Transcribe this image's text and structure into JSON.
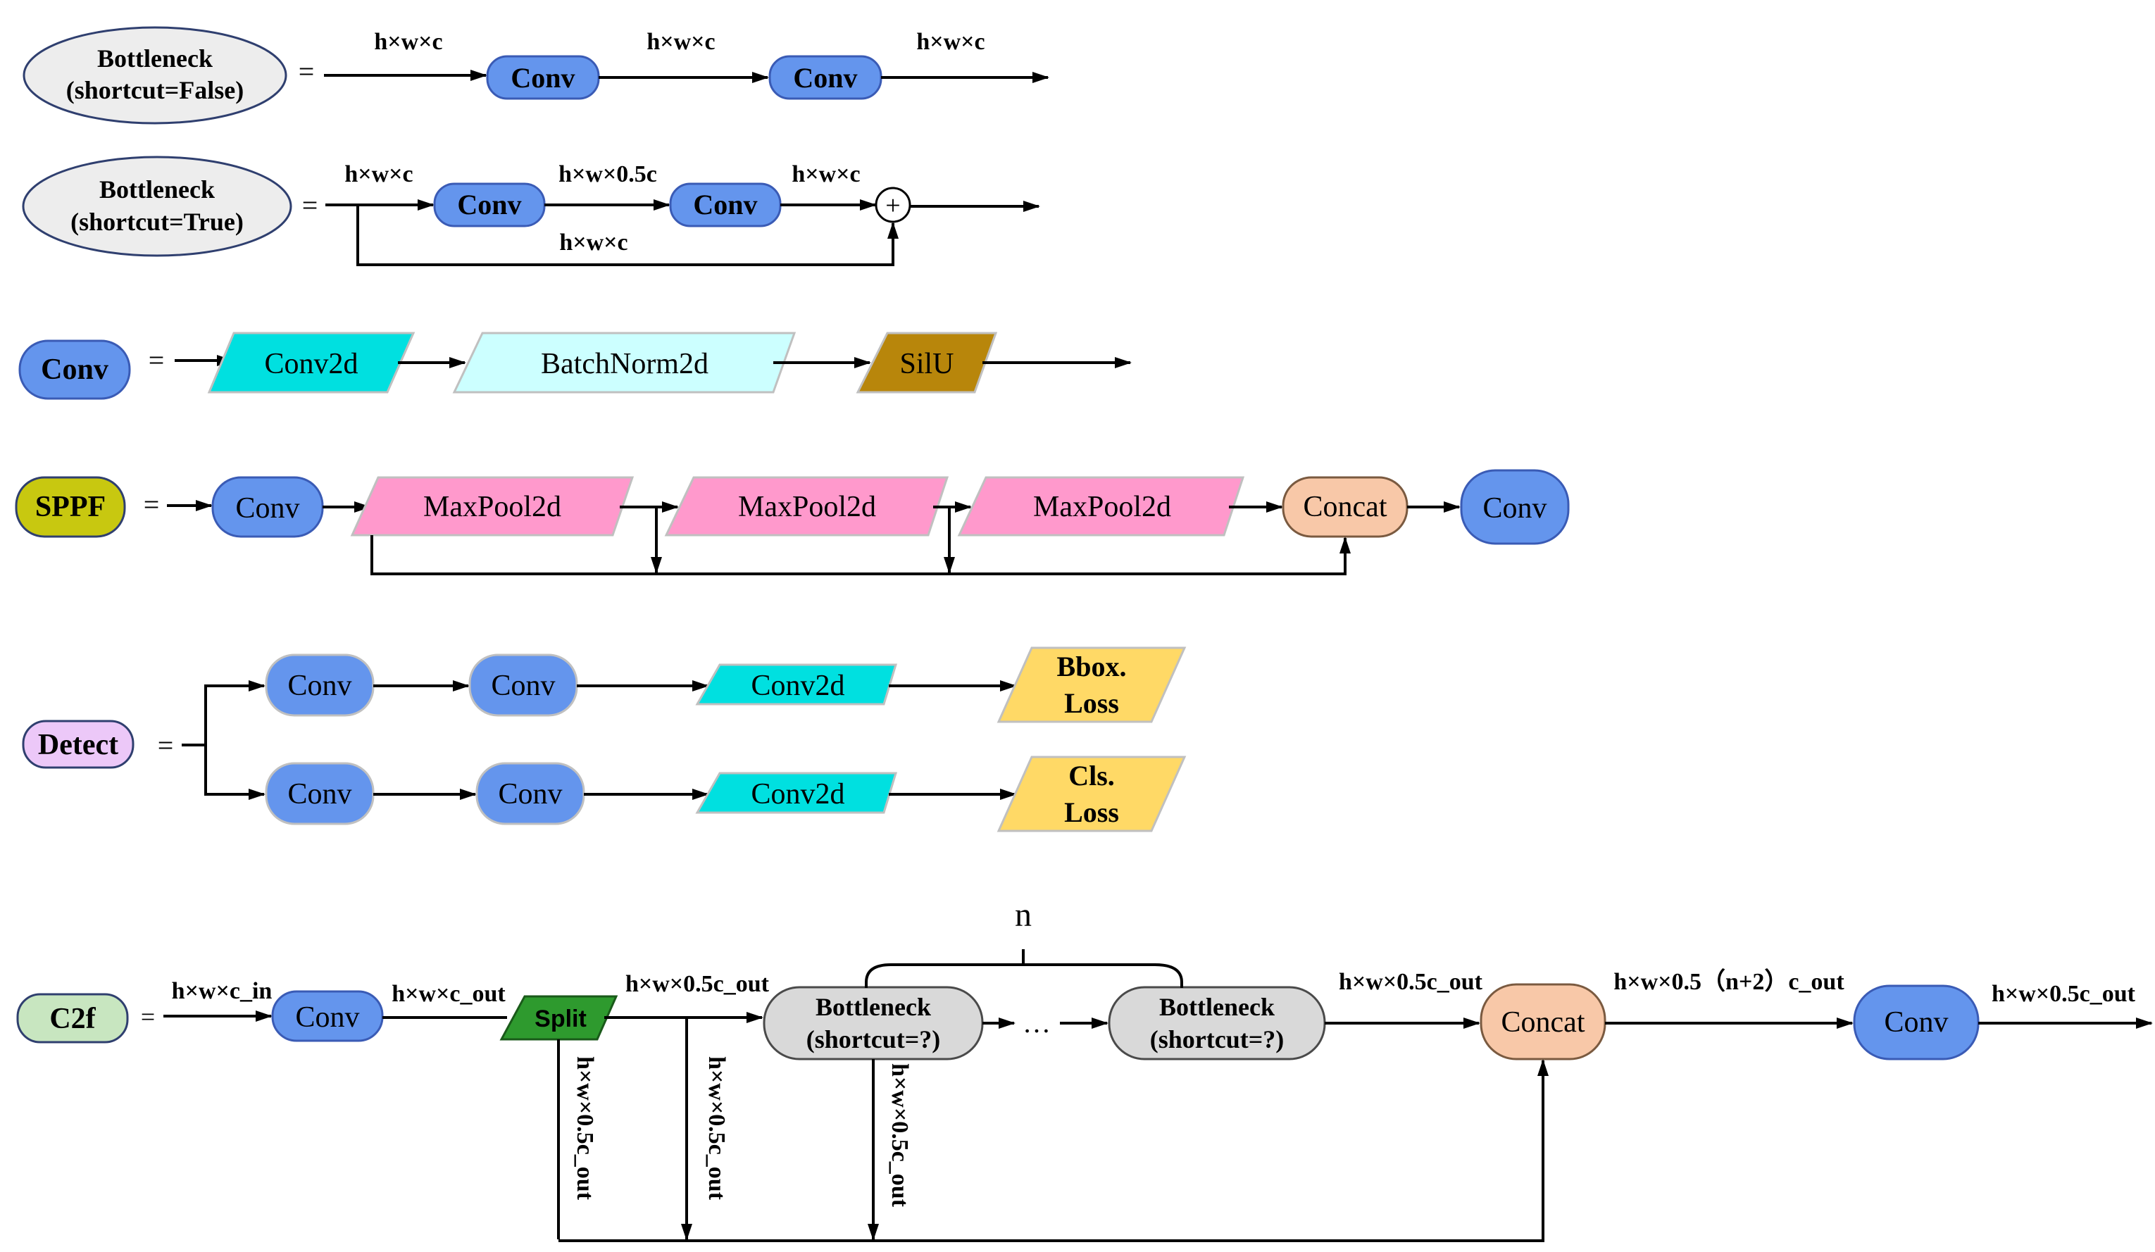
{
  "colors": {
    "conv": "#6495ed",
    "conv_stroke": "#3a5bb5",
    "conv2d": "#00e0e0",
    "batchnorm": "#ccffff",
    "silu": "#b8860b",
    "maxpool": "#ff99cc",
    "concat": "#f8c8a8",
    "sppf": "#c8c810",
    "detect": "#ecc8f8",
    "loss": "#ffd966",
    "c2f": "#c8e6c0",
    "split": "#2e9a2e",
    "bottleneck_gray": "#d9d9d9",
    "bottleneck_label": "#ededed"
  },
  "bottleneck_false": {
    "label_line1": "Bottleneck",
    "label_line2": "(shortcut=False)",
    "equals": "=",
    "nodes": [
      "Conv",
      "Conv"
    ],
    "dims": [
      "h×w×c",
      "h×w×c",
      "h×w×c"
    ]
  },
  "bottleneck_true": {
    "label_line1": "Bottleneck",
    "label_line2": "(shortcut=True)",
    "equals": "=",
    "nodes": [
      "Conv",
      "Conv"
    ],
    "dims": [
      "h×w×c",
      "h×w×0.5c",
      "h×w×c"
    ],
    "shortcut_dim": "h×w×c",
    "add_symbol": "+"
  },
  "conv_block": {
    "label": "Conv",
    "equals": "=",
    "nodes": [
      "Conv2d",
      "BatchNorm2d",
      "SilU"
    ]
  },
  "sppf": {
    "label": "SPPF",
    "equals": "=",
    "nodes": [
      "Conv",
      "MaxPool2d",
      "MaxPool2d",
      "MaxPool2d",
      "Concat",
      "Conv"
    ]
  },
  "detect": {
    "label": "Detect",
    "equals": "=",
    "branch_top": [
      "Conv",
      "Conv",
      "Conv2d",
      "Bbox.",
      "Loss"
    ],
    "branch_bottom": [
      "Conv",
      "Conv",
      "Conv2d",
      "Cls.",
      "Loss"
    ]
  },
  "c2f": {
    "label": "C2f",
    "equals": "=",
    "conv_in": "Conv",
    "split": "Split",
    "bottleneck_line1": "Bottleneck",
    "bottleneck_line2": "(shortcut=?)",
    "ellipsis": "…",
    "concat": "Concat",
    "conv_out": "Conv",
    "repeat": "n",
    "dims": [
      "h×w×c_in",
      "h×w×c_out",
      "h×w×0.5c_out",
      "h×w×0.5c_out",
      "h×w×0.5（n+2）c_out",
      "h×w×0.5c_out"
    ],
    "vertical_dims": [
      "h×w×0.5c_out",
      "h×w×0.5c_out",
      "h×w×0.5c_out"
    ]
  }
}
